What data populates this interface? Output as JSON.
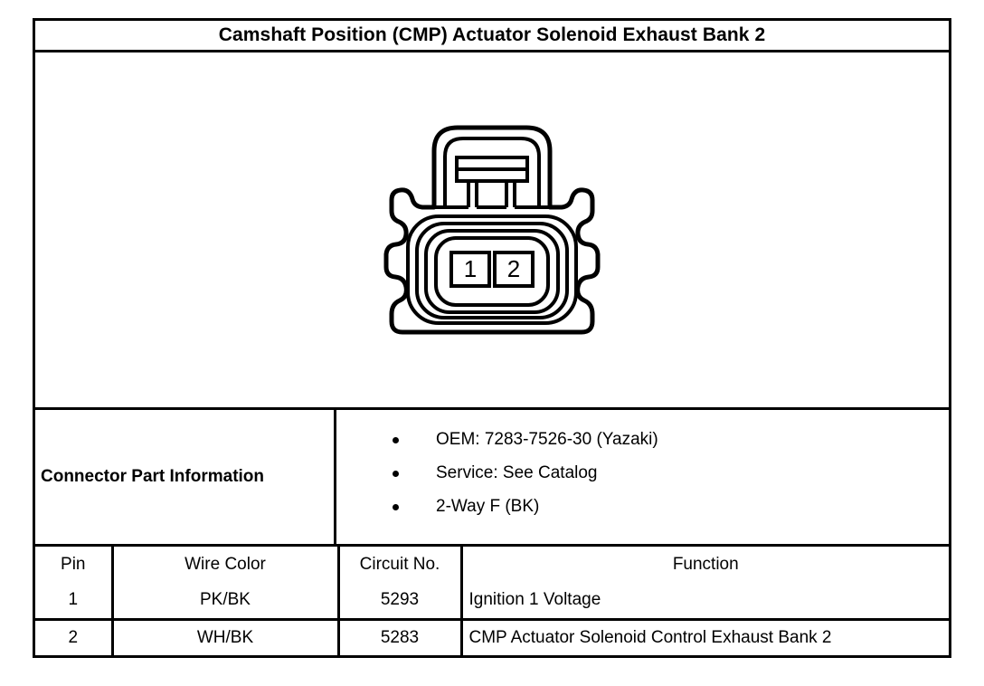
{
  "title": "Camshaft Position (CMP) Actuator Solenoid Exhaust Bank 2",
  "connector": {
    "type": "2-way-female-connector-face-view",
    "cavity_labels": [
      "1",
      "2"
    ],
    "cavity_count": 2
  },
  "part_information": {
    "label": "Connector Part Information",
    "items": [
      "OEM: 7283-7526-30 (Yazaki)",
      "Service: See Catalog",
      "2-Way F (BK)"
    ]
  },
  "pin_table": {
    "headers": [
      "Pin",
      "Wire Color",
      "Circuit No.",
      "Function"
    ],
    "rows": [
      {
        "pin": "1",
        "wire_color": "PK/BK",
        "circuit_no": "5293",
        "function": "Ignition 1 Voltage"
      },
      {
        "pin": "2",
        "wire_color": "WH/BK",
        "circuit_no": "5283",
        "function": "CMP Actuator Solenoid Control Exhaust Bank 2"
      }
    ]
  },
  "colors": {
    "ink": "#000000",
    "paper": "#ffffff"
  }
}
